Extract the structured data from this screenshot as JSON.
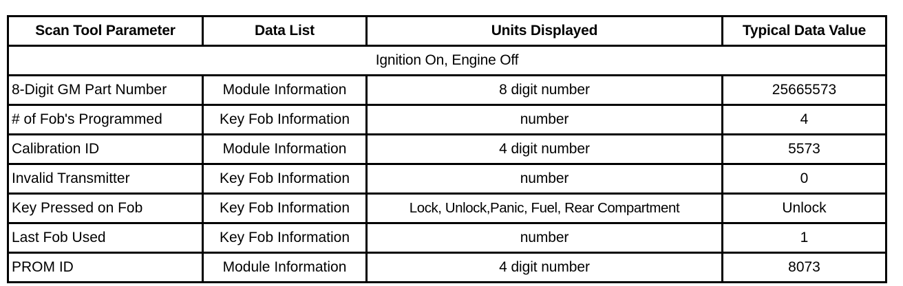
{
  "table": {
    "columns": [
      {
        "key": "parameter",
        "label": "Scan Tool Parameter"
      },
      {
        "key": "data_list",
        "label": "Data List"
      },
      {
        "key": "units",
        "label": "Units Displayed"
      },
      {
        "key": "value",
        "label": "Typical Data Value"
      }
    ],
    "section_label": "Ignition On, Engine Off",
    "rows": [
      {
        "parameter": "8-Digit GM Part Number",
        "data_list": "Module Information",
        "units": "8 digit number",
        "value": "25665573"
      },
      {
        "parameter": "# of Fob's Programmed",
        "data_list": "Key Fob Information",
        "units": "number",
        "value": "4"
      },
      {
        "parameter": "Calibration ID",
        "data_list": "Module Information",
        "units": "4 digit number",
        "value": "5573"
      },
      {
        "parameter": "Invalid Transmitter",
        "data_list": "Key Fob Information",
        "units": "number",
        "value": "0"
      },
      {
        "parameter": "Key Pressed on Fob",
        "data_list": "Key Fob Information",
        "units": "Lock, Unlock,Panic, Fuel, Rear Compartment",
        "value": "Unlock"
      },
      {
        "parameter": "Last Fob Used",
        "data_list": "Key Fob Information",
        "units": "number",
        "value": "1"
      },
      {
        "parameter": "PROM ID",
        "data_list": "Module Information",
        "units": "4 digit number",
        "value": "8073"
      }
    ]
  },
  "colors": {
    "background": "#ffffff",
    "border": "#000000",
    "text": "#000000"
  }
}
